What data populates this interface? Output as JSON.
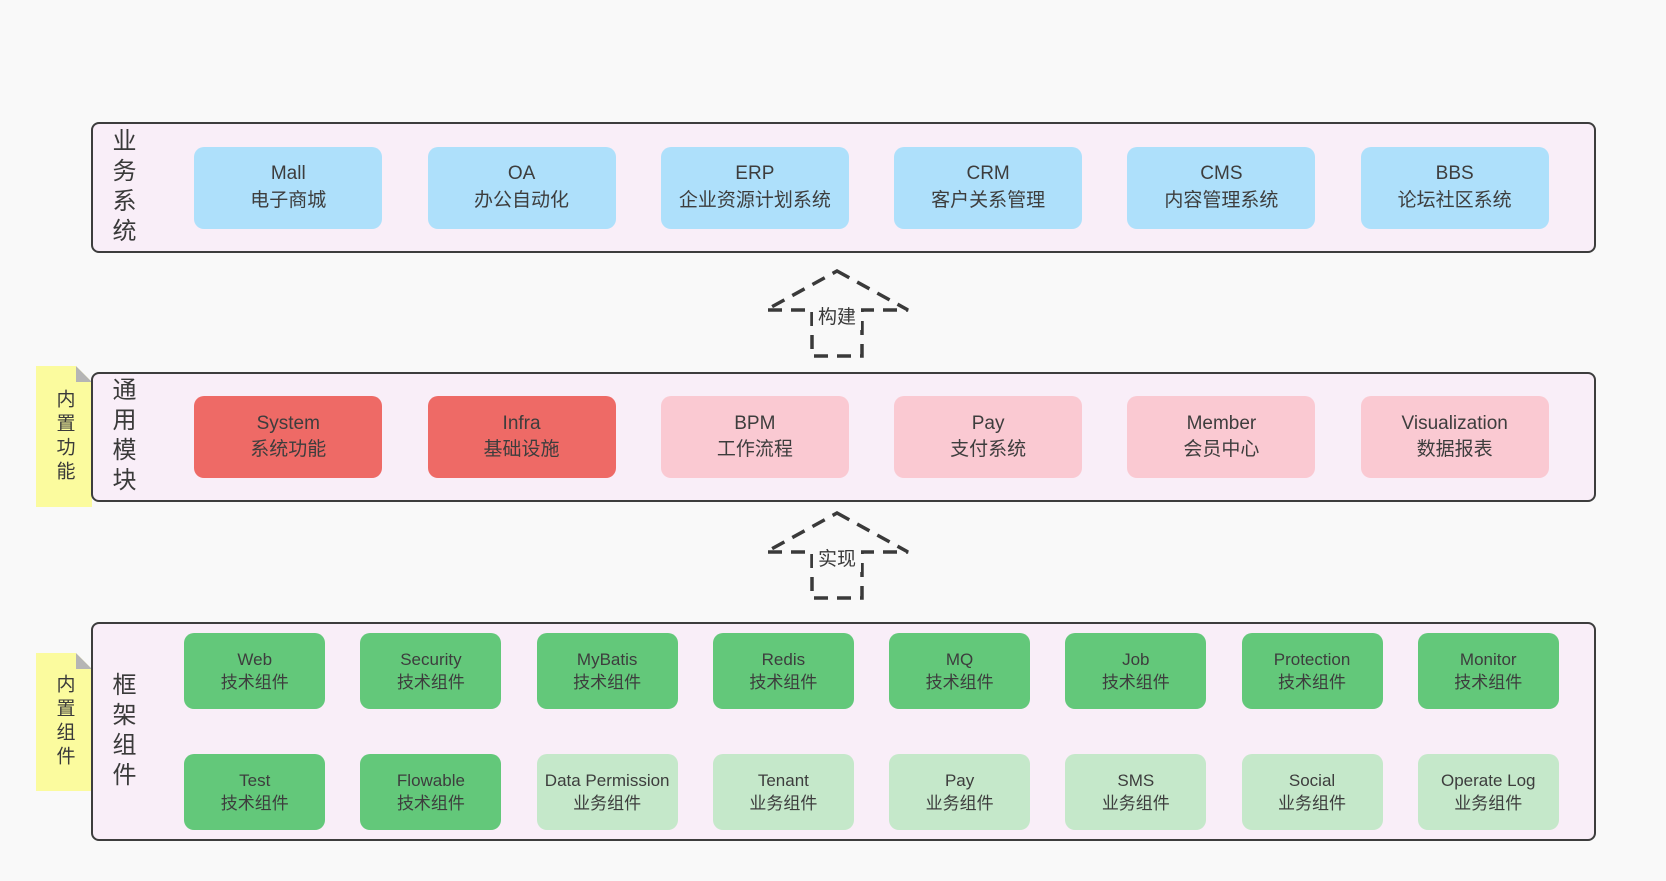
{
  "colors": {
    "page_bg": "#f9f9f9",
    "container_bg": "#f9eef8",
    "container_border": "#3d3d3d",
    "blue": "#aee0fb",
    "red": "#ee6a66",
    "pink": "#fac9d2",
    "green_dark": "#63c87a",
    "green_light": "#c5e8ca",
    "note_yellow": "#fbfb9e",
    "note_fold": "#b5b5b5",
    "text": "#3d3d3d"
  },
  "layer1": {
    "label": "业务系统",
    "boxes": [
      {
        "title": "Mall",
        "subtitle": "电子商城"
      },
      {
        "title": "OA",
        "subtitle": "办公自动化"
      },
      {
        "title": "ERP",
        "subtitle": "企业资源计划系统"
      },
      {
        "title": "CRM",
        "subtitle": "客户关系管理"
      },
      {
        "title": "CMS",
        "subtitle": "内容管理系统"
      },
      {
        "title": "BBS",
        "subtitle": "论坛社区系统"
      }
    ]
  },
  "arrow1": {
    "label": "构建"
  },
  "layer2": {
    "label": "通用模块",
    "note": "内置功能",
    "boxes": [
      {
        "title": "System",
        "subtitle": "系统功能"
      },
      {
        "title": "Infra",
        "subtitle": "基础设施"
      },
      {
        "title": "BPM",
        "subtitle": "工作流程"
      },
      {
        "title": "Pay",
        "subtitle": "支付系统"
      },
      {
        "title": "Member",
        "subtitle": "会员中心"
      },
      {
        "title": "Visualization",
        "subtitle": "数据报表"
      }
    ]
  },
  "arrow2": {
    "label": "实现"
  },
  "layer3": {
    "label": "框架组件",
    "note": "内置组件",
    "row1": [
      {
        "title": "Web",
        "subtitle": "技术组件"
      },
      {
        "title": "Security",
        "subtitle": "技术组件"
      },
      {
        "title": "MyBatis",
        "subtitle": "技术组件"
      },
      {
        "title": "Redis",
        "subtitle": "技术组件"
      },
      {
        "title": "MQ",
        "subtitle": "技术组件"
      },
      {
        "title": "Job",
        "subtitle": "技术组件"
      },
      {
        "title": "Protection",
        "subtitle": "技术组件"
      },
      {
        "title": "Monitor",
        "subtitle": "技术组件"
      }
    ],
    "row2": [
      {
        "title": "Test",
        "subtitle": "技术组件"
      },
      {
        "title": "Flowable",
        "subtitle": "技术组件"
      },
      {
        "title": "Data Permission",
        "subtitle": "业务组件"
      },
      {
        "title": "Tenant",
        "subtitle": "业务组件"
      },
      {
        "title": "Pay",
        "subtitle": "业务组件"
      },
      {
        "title": "SMS",
        "subtitle": "业务组件"
      },
      {
        "title": "Social",
        "subtitle": "业务组件"
      },
      {
        "title": "Operate Log",
        "subtitle": "业务组件"
      }
    ]
  }
}
